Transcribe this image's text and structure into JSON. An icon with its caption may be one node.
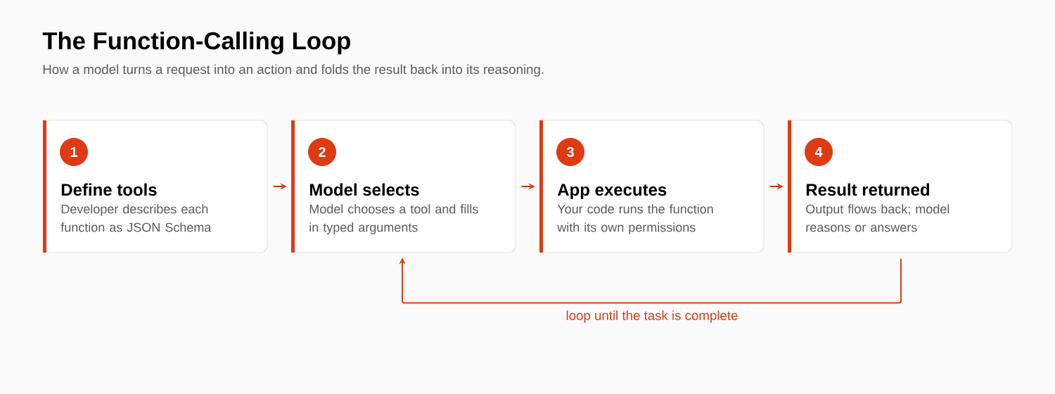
{
  "diagram": {
    "title": "The Function-Calling Loop",
    "caption": "How a model turns a request into an action and folds the result back into its reasoning.",
    "nodes": [
      {
        "text": [
          "1",
          "Define tools",
          "Developer describes each function as JSON Schema"
        ]
      },
      {
        "text": [
          "2",
          "Model selects",
          "Model chooses a tool and fills in typed arguments"
        ]
      },
      {
        "text": [
          "3",
          "App executes",
          "Your code runs the function with its own permissions"
        ]
      },
      {
        "text": [
          "4",
          "Result returned",
          "Output flows back; model reasons or answers"
        ]
      }
    ],
    "edges": [
      {
        "from": 0,
        "to": 1,
        "arrow": "to"
      },
      {
        "from": 1,
        "to": 2,
        "arrow": "to"
      },
      {
        "from": 2,
        "to": 3,
        "arrow": "to"
      },
      {
        "from": 3,
        "to": 1,
        "arrow": "to",
        "label": "loop until the task is complete"
      }
    ]
  }
}
